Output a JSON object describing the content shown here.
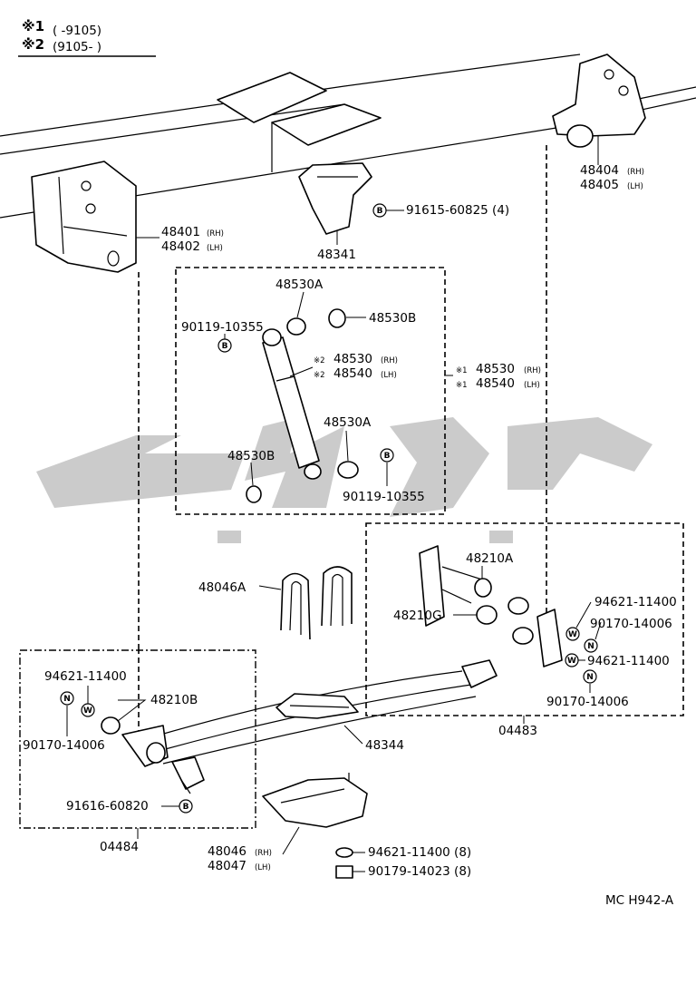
{
  "header": {
    "note1_mark": "※1",
    "note1_range": "(      -9105)",
    "note2_mark": "※2",
    "note2_range": "(9105-        )"
  },
  "footer_code": "MC H942-A",
  "symbols": {
    "bolt": "B",
    "washer": "W",
    "nut": "N"
  },
  "labels": {
    "p48401": "48401",
    "p48401_side": "(RH)",
    "p48402": "48402",
    "p48402_side": "(LH)",
    "p48341": "48341",
    "p91615": "91615-60825 (4)",
    "p48404": "48404",
    "p48404_side": "(RH)",
    "p48405": "48405",
    "p48405_side": "(LH)",
    "p48530A_top": "48530A",
    "p48530B_top": "48530B",
    "p90119_top": "90119-10355",
    "p48530_rh2_mark": "※2",
    "p48530_rh2": "48530",
    "p48530_rh2_side": "(RH)",
    "p48540_lh2_mark": "※2",
    "p48540_lh2": "48540",
    "p48540_lh2_side": "(LH)",
    "p48530_rh1_mark": "※1",
    "p48530_rh1": "48530",
    "p48530_rh1_side": "(RH)",
    "p48540_lh1_mark": "※1",
    "p48540_lh1": "48540",
    "p48540_lh1_side": "(LH)",
    "p48530A_bot": "48530A",
    "p48530B_bot": "48530B",
    "p90119_bot": "90119-10355",
    "p48210A": "48210A",
    "p48210G": "48210G",
    "p94621_r1": "94621-11400",
    "p90170_r1": "90170-14006",
    "p94621_r2": "94621-11400",
    "p90170_r2": "90170-14006",
    "p04483": "04483",
    "p48046A": "48046A",
    "p94621_l": "94621-11400",
    "p48210B": "48210B",
    "p90170_l": "90170-14006",
    "p91616": "91616-60820",
    "p04484": "04484",
    "p48344": "48344",
    "p48046": "48046",
    "p48046_side": "(RH)",
    "p48047": "48047",
    "p48047_side": "(LH)",
    "p94621_b": "94621-11400 (8)",
    "p90179_b": "90179-14023 (8)"
  }
}
